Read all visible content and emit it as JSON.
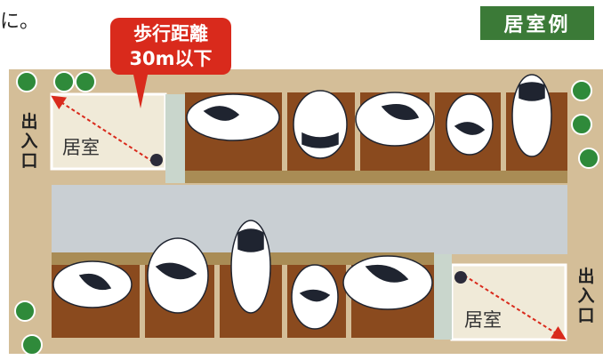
{
  "header": {
    "fragment_text": "に。",
    "label": "居室例"
  },
  "callout": {
    "line1": "歩行距離",
    "line2": "30m以下"
  },
  "entrances": {
    "left": [
      "出",
      "入",
      "口"
    ],
    "right": [
      "出",
      "入",
      "口"
    ]
  },
  "rooms": {
    "top_left": "居室",
    "bottom_right": "居室"
  },
  "colors": {
    "wall": "#d4be98",
    "stall_floor": "#8a4a1e",
    "aisle": "#c9cfd3",
    "room_fill": "#f0ead8",
    "callout": "#d92a1c",
    "badge": "#3b7a37",
    "tree": "#2f8a3a"
  }
}
